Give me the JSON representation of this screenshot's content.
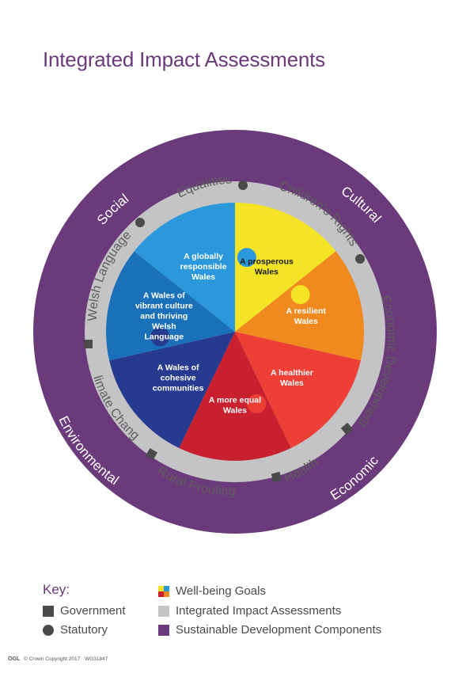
{
  "title": "Integrated Impact Assessments",
  "colors": {
    "purple": "#6b3a7a",
    "grey_ring": "#c4c4c6",
    "ring_text": "#5e5e5e",
    "marker": "#4a4a4a"
  },
  "components": {
    "social": "Social",
    "cultural": "Cultural",
    "economic": "Economic",
    "environmental": "Environmental"
  },
  "assessments": {
    "equalities": "Equalities",
    "childrens_rights": "Children's Rights",
    "economic_development": "Economic Development",
    "health": "Health",
    "rural_proofing": "Rural Proofing",
    "climate_change": "Climate Change",
    "welsh_language": "Welsh Language"
  },
  "goals": [
    {
      "lines": [
        "A prosperous",
        "Wales"
      ],
      "color": "#f5e425",
      "text_color": "#1a1a1a"
    },
    {
      "lines": [
        "A resilient",
        "Wales"
      ],
      "color": "#f08a1f",
      "text_color": "#ffffff"
    },
    {
      "lines": [
        "A healthier",
        "Wales"
      ],
      "color": "#ed3f35",
      "text_color": "#ffffff"
    },
    {
      "lines": [
        "A more equal",
        "Wales"
      ],
      "color": "#c8202f",
      "text_color": "#ffffff"
    },
    {
      "lines": [
        "A Wales of",
        "cohesive",
        "communities"
      ],
      "color": "#263a8f",
      "text_color": "#ffffff"
    },
    {
      "lines": [
        "A Wales of",
        "vibrant culture",
        "and thriving",
        "Welsh",
        "Language"
      ],
      "color": "#1b71b9",
      "text_color": "#ffffff"
    },
    {
      "lines": [
        "A globally",
        "responsible",
        "Wales"
      ],
      "color": "#2a98db",
      "text_color": "#ffffff"
    }
  ],
  "key": {
    "title": "Key:",
    "government": "Government",
    "statutory": "Statutory",
    "wellbeing_goals": "Well-being Goals",
    "integrated_impact_assessments": "Integrated Impact Assessments",
    "sustainable_development_components": "Sustainable Development Components"
  },
  "footer": {
    "ogl": "OGL",
    "copyright": "© Crown Copyright 2017",
    "code": "WG31847"
  }
}
